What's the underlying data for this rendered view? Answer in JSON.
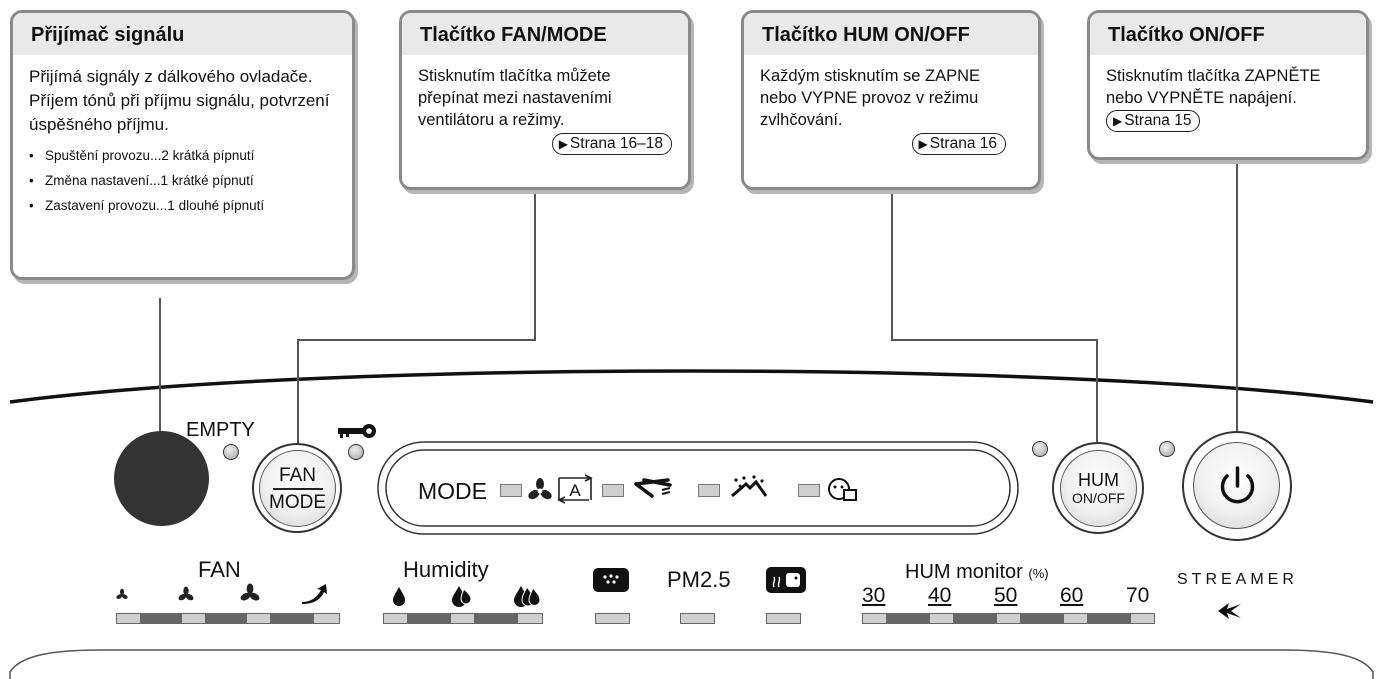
{
  "callouts": {
    "receiver": {
      "title": "Přijímač signálu",
      "text": "Přijímá signály z dálkového ovladače. Příjem tónů při příjmu signálu, potvrzení úspěšného příjmu.",
      "bullets": [
        "Spuštění provozu...2 krátká pípnutí",
        "Změna nastavení...1 krátké pípnutí",
        "Zastavení provozu...1 dlouhé pípnutí"
      ]
    },
    "fan_mode": {
      "title": "Tlačítko FAN/MODE",
      "text": "Stisknutím tlačítka můžete přepínat mezi nastaveními ventilátoru a režimy.",
      "ref": "Strana 16–18"
    },
    "hum": {
      "title": "Tlačítko HUM ON/OFF",
      "text": "Každým stisknutím se ZAPNE nebo VYPNE provoz v režimu zvlhčování.",
      "ref": "Strana 16"
    },
    "power": {
      "title": "Tlačítko ON/OFF",
      "text": "Stisknutím tlačítka ZAPNĚTE nebo VYPNĚTE napájení.",
      "ref": "Strana 15"
    }
  },
  "panel": {
    "empty_label": "EMPTY",
    "fan_btn_top": "FAN",
    "fan_btn_bottom": "MODE",
    "mode_label": "MODE",
    "hum_btn_top": "HUM",
    "hum_btn_bottom": "ON/OFF",
    "fan_label": "FAN",
    "humidity_label": "Humidity",
    "pm_label": "PM2.5",
    "hum_monitor_label": "HUM monitor",
    "hum_monitor_unit": "(%)",
    "hum_ticks": [
      "30",
      "40",
      "50",
      "60",
      "70"
    ],
    "streamer_label": "STREAMER"
  }
}
